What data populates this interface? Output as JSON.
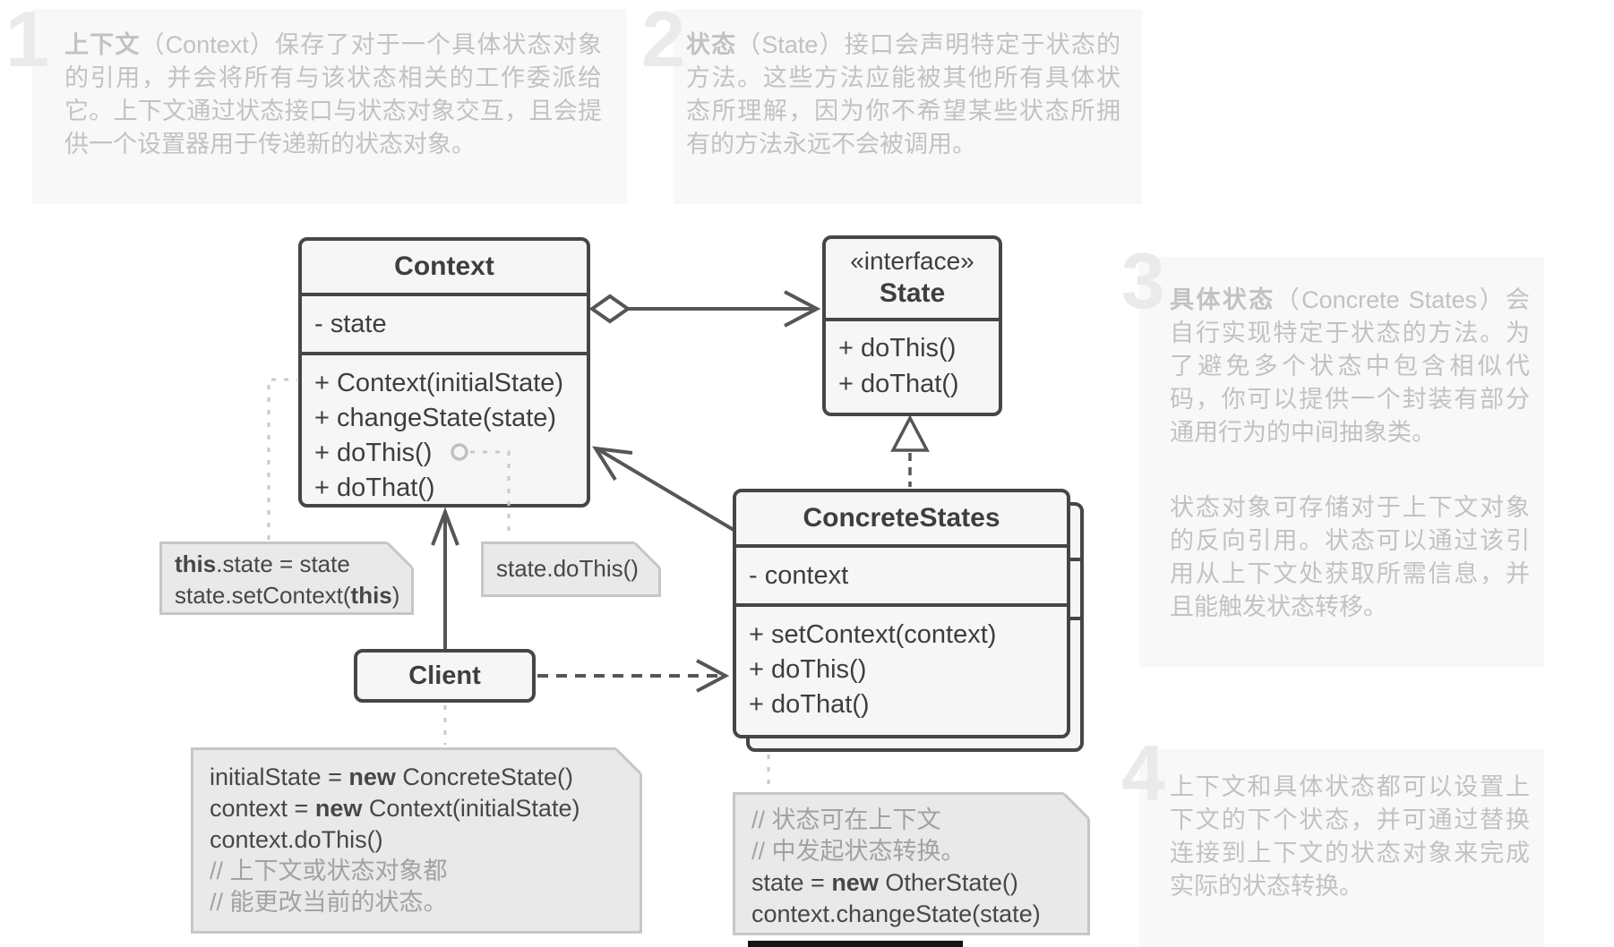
{
  "colors": {
    "box_border": "#464646",
    "box_bg": "#f6f6f6",
    "note_bg": "#e9e9e9",
    "note_border": "#c6c6c6",
    "panel_bg": "#f8f8f8",
    "panel_text": "#c2c2c2",
    "numeral": "#eaeaea",
    "connector": "#565656",
    "note_connector": "#c9c9c9",
    "code_comment": "#a2a2a2"
  },
  "annotations": [
    {
      "number": "1",
      "lead": "上下文",
      "body": "（Context）保存了对于一个具体状态对象的引用，并会将所有与该状态相关的工作委派给它。上下文通过状态接口与状态对象交互，且会提供一个设置器用于传递新的状态对象。"
    },
    {
      "number": "2",
      "lead": "状态",
      "body": "（State）接口会声明特定于状态的方法。这些方法应能被其他所有具体状态所理解，因为你不希望某些状态所拥有的方法永远不会被调用。"
    },
    {
      "number": "3",
      "lead": "具体状态",
      "body": "（Concrete States）会自行实现特定于状态的方法。为了避免多个状态中包含相似代码，你可以提供一个封装有部分通用行为的中间抽象类。",
      "body2": "状态对象可存储对于上下文对象的反向引用。状态可以通过该引用从上下文处获取所需信息，并且能触发状态转移。"
    },
    {
      "number": "4",
      "lead": "",
      "body": "上下文和具体状态都可以设置上下文的下个状态，并可通过替换连接到上下文的状态对象来完成实际的状态转换。"
    }
  ],
  "uml": {
    "context": {
      "title": "Context",
      "field": "- state",
      "m1": "+ Context(initialState)",
      "m2": "+ changeState(state)",
      "m3": "+ doThis()",
      "m4": "+ doThat()"
    },
    "state": {
      "stereotype": "«interface»",
      "title": "State",
      "m1": "+ doThis()",
      "m2": "+ doThat()"
    },
    "concrete": {
      "title": "ConcreteStates",
      "field": "- context",
      "m1": "+ setContext(context)",
      "m2": "+ doThis()",
      "m3": "+ doThat()"
    },
    "client": {
      "title": "Client"
    }
  },
  "notes": {
    "assign": {
      "l1_kw": "this",
      "l1_rest": ".state = state",
      "l2_pre": "state.setContext(",
      "l2_kw": "this",
      "l2_post": ")"
    },
    "dothis": {
      "l1": "state.doThis()"
    },
    "client_code": {
      "l1_pre": "initialState = ",
      "l1_kw": "new",
      "l1_post": " ConcreteState()",
      "l2_pre": "context = ",
      "l2_kw": "new",
      "l2_post": " Context(initialState)",
      "l3": "context.doThis()",
      "c1": "// 上下文或状态对象都",
      "c2": "// 能更改当前的状态。"
    },
    "transition": {
      "c1": "// 状态可在上下文",
      "c2": "// 中发起状态转换。",
      "l1_pre": "state = ",
      "l1_kw": "new",
      "l1_post": " OtherState()",
      "l2": "context.changeState(state)"
    }
  }
}
